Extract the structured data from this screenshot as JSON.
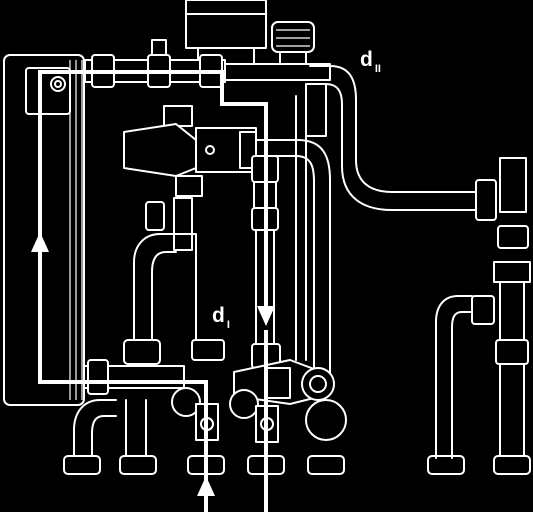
{
  "labels": {
    "d_upper": {
      "letter": "d",
      "subscript": "II"
    },
    "d_lower": {
      "letter": "d",
      "subscript": "I"
    }
  },
  "colors": {
    "background": "#000000",
    "line": "#ffffff"
  }
}
